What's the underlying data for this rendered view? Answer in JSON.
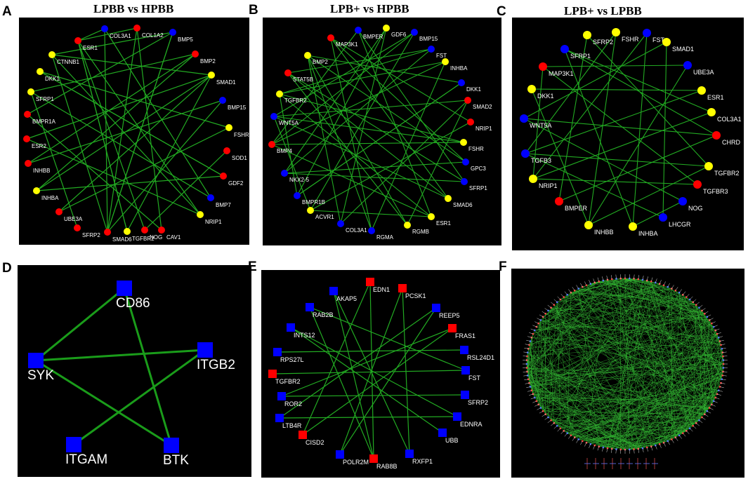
{
  "colors": {
    "red": "#ff0000",
    "yellow": "#ffff00",
    "blue": "#0000ff",
    "edge": "#22aa22",
    "edgeD": "#1a9c1a"
  },
  "panels": {
    "A": {
      "letter": "A",
      "title": "LPBB vs HPBB",
      "nodes": [
        {
          "label": "COL3A1",
          "color": "blue"
        },
        {
          "label": "COL1A2",
          "color": "red"
        },
        {
          "label": "BMP5",
          "color": "blue"
        },
        {
          "label": "BMP2",
          "color": "red"
        },
        {
          "label": "SMAD1",
          "color": "yellow"
        },
        {
          "label": "BMP15",
          "color": "blue"
        },
        {
          "label": "FSHR",
          "color": "yellow"
        },
        {
          "label": "SOD1",
          "color": "red"
        },
        {
          "label": "GDF2",
          "color": "red"
        },
        {
          "label": "BMP7",
          "color": "blue"
        },
        {
          "label": "NRIP1",
          "color": "yellow"
        },
        {
          "label": "CAV1",
          "color": "red"
        },
        {
          "label": "NOG",
          "color": "red"
        },
        {
          "label": "TGFBR2",
          "color": "yellow"
        },
        {
          "label": "SMAD6",
          "color": "red"
        },
        {
          "label": "SFRP2",
          "color": "red"
        },
        {
          "label": "UBE3A",
          "color": "red"
        },
        {
          "label": "INHBA",
          "color": "yellow"
        },
        {
          "label": "INHBB",
          "color": "red"
        },
        {
          "label": "ESR2",
          "color": "red"
        },
        {
          "label": "BMPR1A",
          "color": "red"
        },
        {
          "label": "SFRP1",
          "color": "yellow"
        },
        {
          "label": "DKK1",
          "color": "yellow"
        },
        {
          "label": "CTNNB1",
          "color": "yellow"
        },
        {
          "label": "ESR1",
          "color": "red"
        }
      ]
    },
    "B": {
      "letter": "B",
      "title": "LPB+ vs HPBB",
      "nodes": [
        {
          "label": "BMPER",
          "color": "blue"
        },
        {
          "label": "GDF6",
          "color": "yellow"
        },
        {
          "label": "BMP15",
          "color": "blue"
        },
        {
          "label": "FST",
          "color": "blue"
        },
        {
          "label": "INHBA",
          "color": "yellow"
        },
        {
          "label": "DKK1",
          "color": "blue"
        },
        {
          "label": "SMAD2",
          "color": "red"
        },
        {
          "label": "NRIP1",
          "color": "red"
        },
        {
          "label": "FSHR",
          "color": "yellow"
        },
        {
          "label": "GPC3",
          "color": "blue"
        },
        {
          "label": "SFRP1",
          "color": "blue"
        },
        {
          "label": "SMAD6",
          "color": "yellow"
        },
        {
          "label": "ESR1",
          "color": "yellow"
        },
        {
          "label": "RGMB",
          "color": "yellow"
        },
        {
          "label": "RGMA",
          "color": "blue"
        },
        {
          "label": "COL3A1",
          "color": "blue"
        },
        {
          "label": "ACVR1",
          "color": "yellow"
        },
        {
          "label": "BMPR1B",
          "color": "blue"
        },
        {
          "label": "NKX2-5",
          "color": "blue"
        },
        {
          "label": "BMP4",
          "color": "red"
        },
        {
          "label": "WNT5A",
          "color": "blue"
        },
        {
          "label": "TGFBR2",
          "color": "yellow"
        },
        {
          "label": "STAT5B",
          "color": "red"
        },
        {
          "label": "BMP2",
          "color": "yellow"
        },
        {
          "label": "MAP3K1",
          "color": "red"
        }
      ]
    },
    "C": {
      "letter": "C",
      "title": "LPB+ vs LPBB",
      "nodes": [
        {
          "label": "FSHR",
          "color": "yellow"
        },
        {
          "label": "FST",
          "color": "blue"
        },
        {
          "label": "SMAD1",
          "color": "yellow"
        },
        {
          "label": "UBE3A",
          "color": "blue"
        },
        {
          "label": "ESR1",
          "color": "yellow"
        },
        {
          "label": "COL3A1",
          "color": "yellow"
        },
        {
          "label": "CHRD",
          "color": "red"
        },
        {
          "label": "TGFBR2",
          "color": "yellow"
        },
        {
          "label": "TGFBR3",
          "color": "red"
        },
        {
          "label": "NOG",
          "color": "blue"
        },
        {
          "label": "LHCGR",
          "color": "blue"
        },
        {
          "label": "INHBA",
          "color": "yellow"
        },
        {
          "label": "INHBB",
          "color": "yellow"
        },
        {
          "label": "BMPER",
          "color": "red"
        },
        {
          "label": "NRIP1",
          "color": "yellow"
        },
        {
          "label": "TGFB3",
          "color": "blue"
        },
        {
          "label": "WNT5A",
          "color": "blue"
        },
        {
          "label": "DKK1",
          "color": "yellow"
        },
        {
          "label": "MAP3K1",
          "color": "red"
        },
        {
          "label": "SFRP1",
          "color": "blue"
        },
        {
          "label": "SFRP2",
          "color": "yellow"
        }
      ]
    },
    "D": {
      "letter": "D",
      "nodes": [
        {
          "label": "CD86",
          "color": "blue"
        },
        {
          "label": "SYK",
          "color": "blue"
        },
        {
          "label": "ITGB2",
          "color": "blue"
        },
        {
          "label": "ITGAM",
          "color": "blue"
        },
        {
          "label": "BTK",
          "color": "blue"
        }
      ]
    },
    "E": {
      "letter": "E",
      "nodes": [
        {
          "label": "EDN1",
          "color": "red"
        },
        {
          "label": "PCSK1",
          "color": "red"
        },
        {
          "label": "AKAP5",
          "color": "blue"
        },
        {
          "label": "RAB2B",
          "color": "blue"
        },
        {
          "label": "REEP5",
          "color": "blue"
        },
        {
          "label": "FRAS1",
          "color": "red"
        },
        {
          "label": "INTS12",
          "color": "blue"
        },
        {
          "label": "RPS27L",
          "color": "blue"
        },
        {
          "label": "RSL24D1",
          "color": "blue"
        },
        {
          "label": "TGFBR2",
          "color": "red"
        },
        {
          "label": "FST",
          "color": "blue"
        },
        {
          "label": "ROR2",
          "color": "blue"
        },
        {
          "label": "SFRP2",
          "color": "blue"
        },
        {
          "label": "LTB4R",
          "color": "blue"
        },
        {
          "label": "EDNRA",
          "color": "blue"
        },
        {
          "label": "CISD2",
          "color": "red"
        },
        {
          "label": "UBB",
          "color": "blue"
        },
        {
          "label": "POLR2M",
          "color": "blue"
        },
        {
          "label": "RAB8B",
          "color": "red"
        },
        {
          "label": "RXFP1",
          "color": "blue"
        }
      ]
    },
    "F": {
      "letter": "F"
    }
  }
}
